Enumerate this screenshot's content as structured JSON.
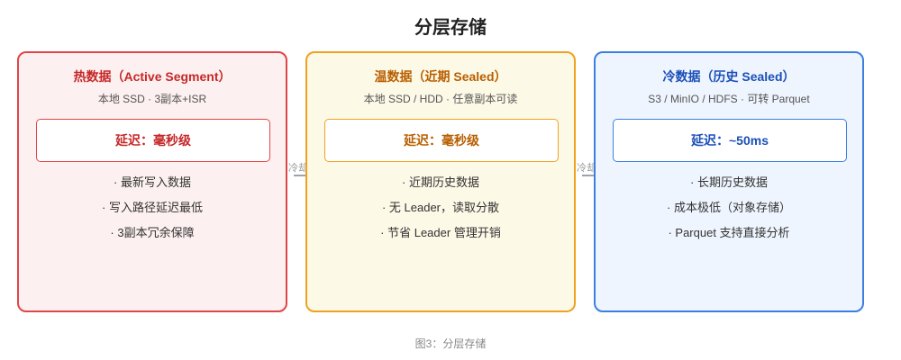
{
  "title": "分层存储",
  "tiers": [
    {
      "title": "热数据（Active Segment）",
      "subtitle": "本地 SSD · 3副本+ISR",
      "latency": "延迟：毫秒级",
      "items": [
        "· 最新写入数据",
        "· 写入路径延迟最低",
        "· 3副本冗余保障"
      ],
      "color": "#e04646"
    },
    {
      "title": "温数据（近期 Sealed）",
      "subtitle": "本地 SSD / HDD · 任意副本可读",
      "latency": "延迟：毫秒级",
      "items": [
        "· 近期历史数据",
        "· 无 Leader，读取分散",
        "· 节省 Leader 管理开销"
      ],
      "color": "#efa21f"
    },
    {
      "title": "冷数据（历史 Sealed）",
      "subtitle": "S3 / MinIO / HDFS · 可转 Parquet",
      "latency": "延迟：~50ms",
      "items": [
        "· 长期历史数据",
        "· 成本极低（对象存储）",
        "· Parquet 支持直接分析"
      ],
      "color": "#3b7fe0"
    }
  ],
  "arrows": [
    "冷却迁移",
    "冷却迁移"
  ],
  "caption": "图3：分层存储"
}
